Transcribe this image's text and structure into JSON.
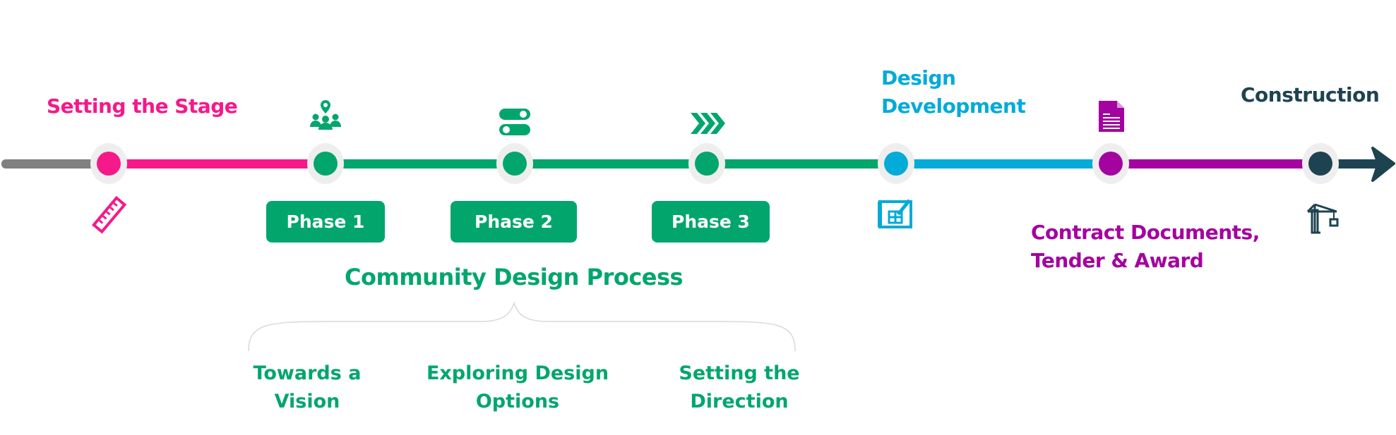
{
  "stages": {
    "setting_stage": "Setting the Stage",
    "design_development_1": "Design",
    "design_development_2": "Development",
    "contract_1": "Contract Documents,",
    "contract_2": "Tender & Award",
    "construction": "Construction"
  },
  "phases": [
    "Phase 1",
    "Phase 2",
    "Phase 3"
  ],
  "community": {
    "title": "Community Design Process",
    "steps": [
      {
        "line1": "Towards a",
        "line2": "Vision"
      },
      {
        "line1": "Exploring Design",
        "line2": "Options"
      },
      {
        "line1": "Setting the",
        "line2": "Direction"
      }
    ]
  },
  "icons": [
    "ruler-icon",
    "community-location-icon",
    "toggle-options-icon",
    "chevrons-icon",
    "blueprint-icon",
    "document-icon",
    "crane-icon"
  ],
  "colors": {
    "pink": "#f5198a",
    "green": "#02a66d",
    "cyan": "#02abd8",
    "purple": "#a4039f",
    "dark": "#1e4350",
    "gray": "#808080",
    "halo": "#efeeee"
  }
}
